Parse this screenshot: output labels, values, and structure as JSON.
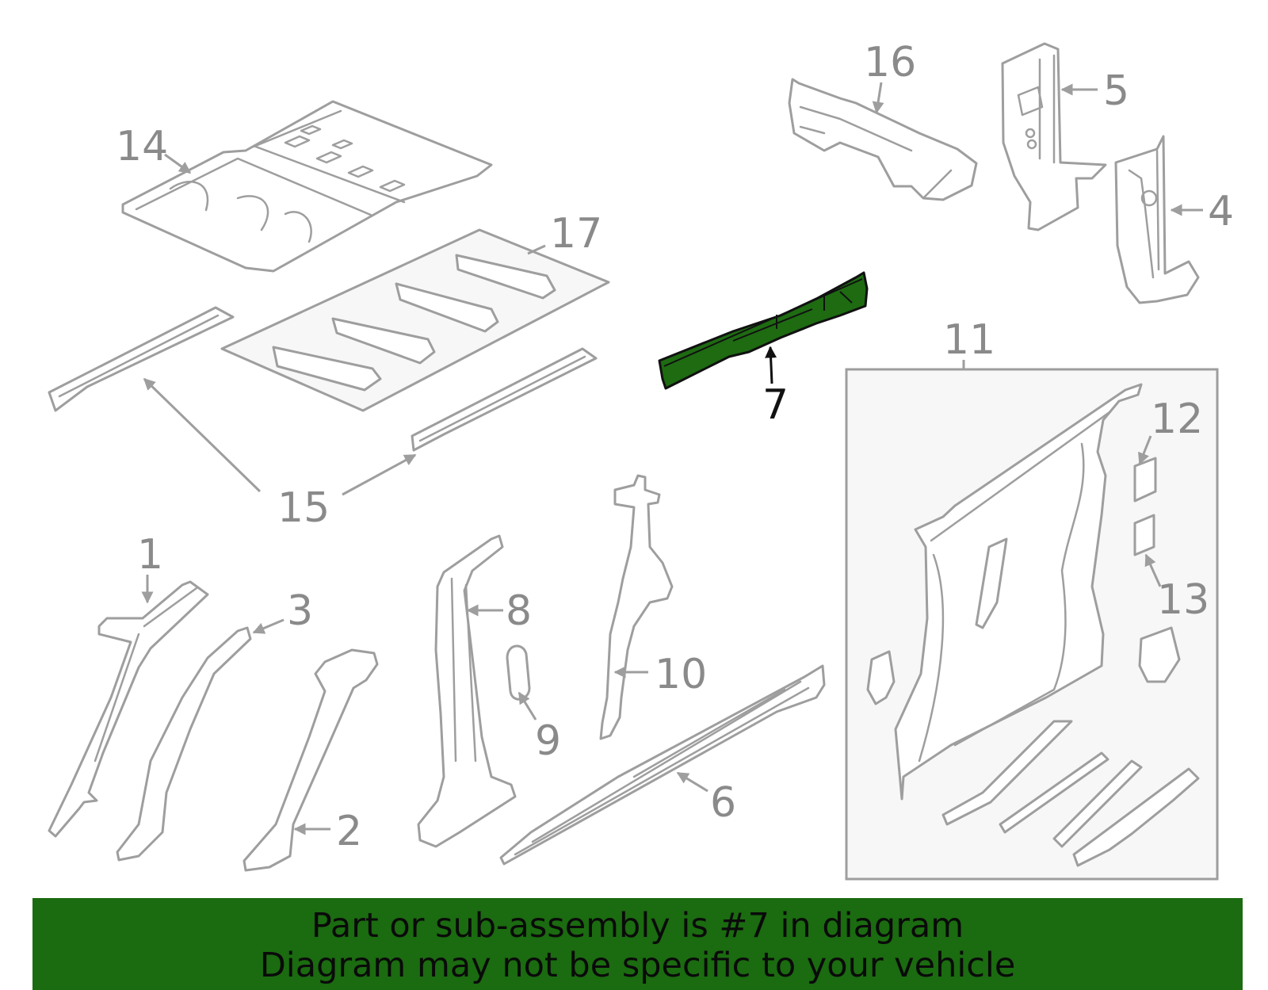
{
  "highlighted_part": "7",
  "callouts": {
    "c1": "1",
    "c2": "2",
    "c3": "3",
    "c4": "4",
    "c5": "5",
    "c6": "6",
    "c7": "7",
    "c8": "8",
    "c9": "9",
    "c10": "10",
    "c11": "11",
    "c12": "12",
    "c13": "13",
    "c14": "14",
    "c15": "15",
    "c16": "16",
    "c17": "17"
  },
  "banner": {
    "line1": "Part or sub-assembly is #7 in diagram",
    "line2": "Diagram may not be specific to your vehicle"
  },
  "colors": {
    "highlight": "#1e6b12",
    "banner": "#1b6b10",
    "outline": "#9e9e9e"
  }
}
